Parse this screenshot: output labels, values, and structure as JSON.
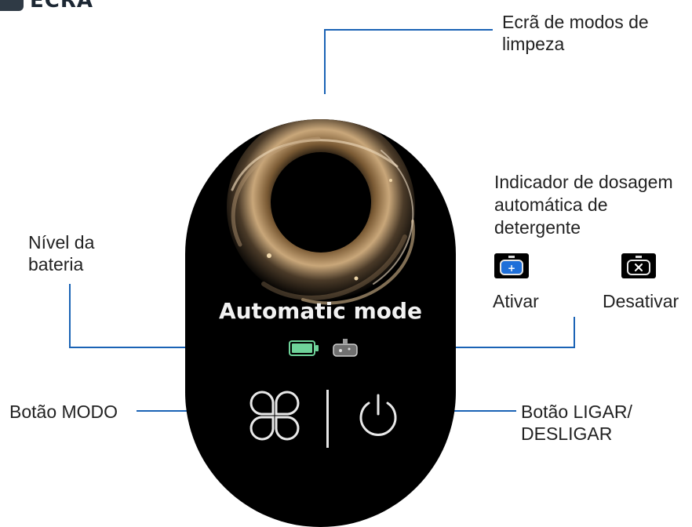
{
  "section": {
    "title": "ECRÃ"
  },
  "panel": {
    "mode_label": "Automatic mode"
  },
  "callouts": {
    "screen_modes": "Ecrã de modos de limpeza",
    "detergent_indicator": "Indicador de dosagem automática de detergente",
    "battery_level": "Nível da bateria",
    "mode_button": "Botão MODO",
    "power_button": "Botão LIGAR/ DESLIGAR"
  },
  "detergent_states": [
    {
      "label": "Ativar",
      "icon": "detergent-active-icon",
      "color": "#1e6fd9"
    },
    {
      "label": "Desativar",
      "icon": "detergent-inactive-icon",
      "color": "#ffffff"
    }
  ],
  "colors": {
    "line": "#1a63b5",
    "battery": "#6fd39a",
    "panel": "#000000"
  }
}
